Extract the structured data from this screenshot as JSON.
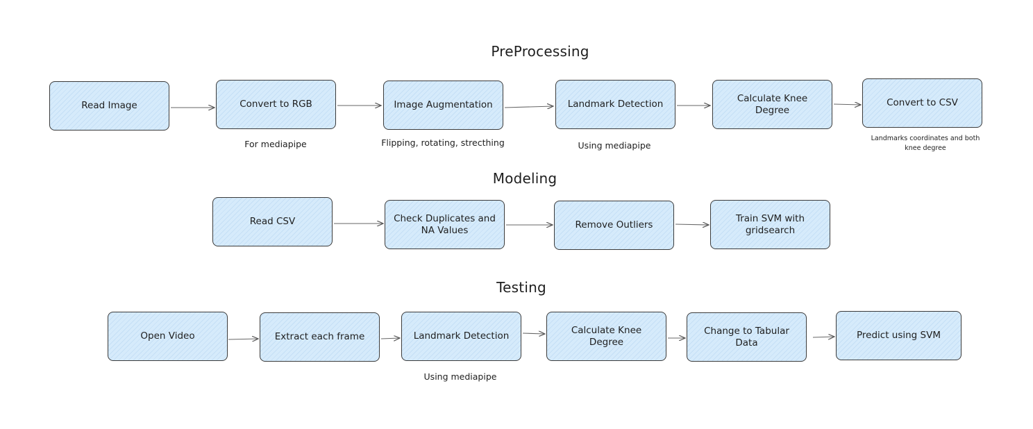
{
  "sections": {
    "preprocessing": {
      "title": "PreProcessing",
      "steps": [
        "Read Image",
        "Convert to RGB",
        "Image Augmentation",
        "Landmark Detection",
        "Calculate Knee Degree",
        "Convert to CSV"
      ],
      "notes": [
        "For mediapipe",
        "Flipping, rotating, strecthing",
        "Using mediapipe",
        "Landmarks coordinates and both knee degree"
      ]
    },
    "modeling": {
      "title": "Modeling",
      "steps": [
        "Read CSV",
        "Check Duplicates and NA Values",
        "Remove Outliers",
        "Train SVM with gridsearch"
      ]
    },
    "testing": {
      "title": "Testing",
      "steps": [
        "Open Video",
        "Extract each frame",
        "Landmark Detection",
        "Calculate Knee Degree",
        "Change to Tabular Data",
        "Predict using SVM"
      ],
      "notes": [
        "Using mediapipe"
      ]
    }
  },
  "colors": {
    "box_fill": "#d6ebfb",
    "stroke": "#3a3a3a",
    "text": "#1e1e1e"
  }
}
